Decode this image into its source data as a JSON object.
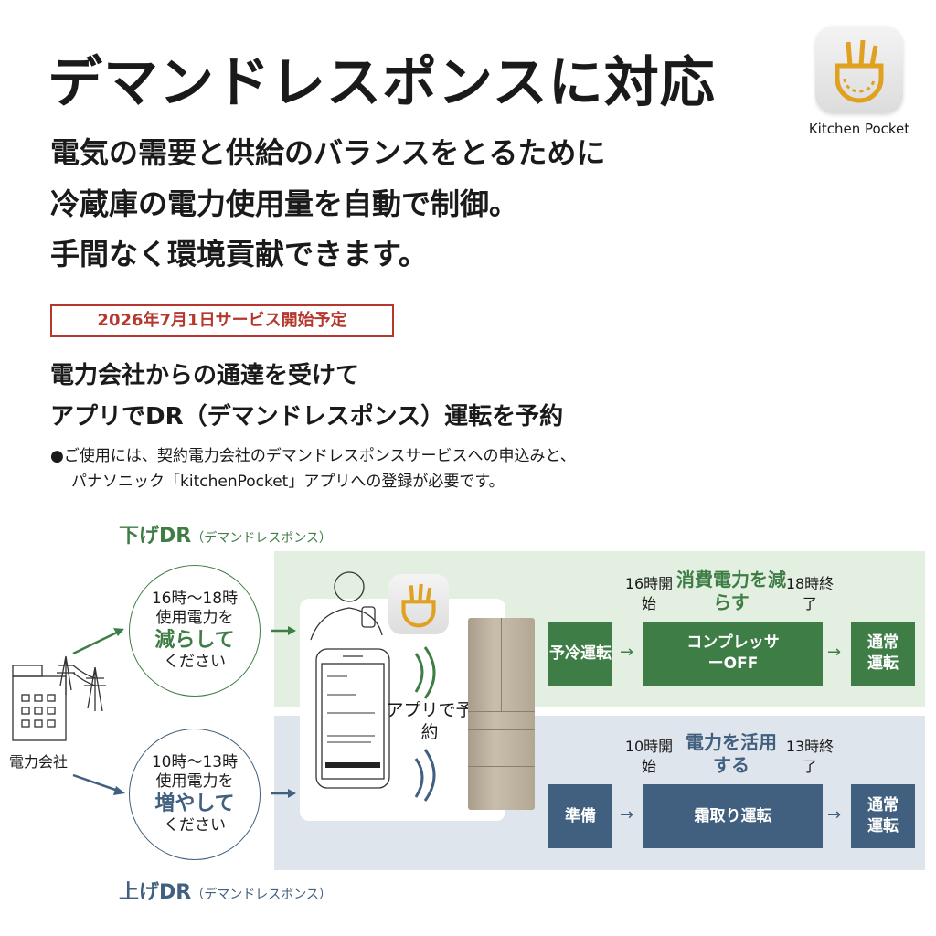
{
  "title": "デマンドレスポンスに対応",
  "subtitle": [
    "電気の需要と供給のバランスをとるために",
    "冷蔵庫の電力使用量を自動で制御。",
    "手間なく環境貢献できます。"
  ],
  "app": {
    "name": "Kitchen Pocket"
  },
  "badge": "2026年7月1日サービス開始予定",
  "heading": [
    "電力会社からの通達を受けて",
    "アプリでDR（デマンドレスポンス）運転を予約"
  ],
  "note": [
    "●ご使用には、契約電力会社のデマンドレスポンスサービスへの申込みと、",
    "パナソニック「kitchenPocket」アプリへの登録が必要です。"
  ],
  "company": "電力会社",
  "app_reserve": "アプリで予約",
  "down_dr": {
    "label": "下げDR",
    "sub": "（デマンドレスポンス）",
    "request": {
      "time": "16時〜18時",
      "line2": "使用電力を",
      "action": "減らして",
      "line4": "ください"
    },
    "start": "16時開始",
    "end": "18時終了",
    "headline": "消費電力を減らす",
    "steps": [
      "予冷運転",
      "コンプレッサーOFF",
      "通常運転"
    ]
  },
  "up_dr": {
    "label": "上げDR",
    "sub": "（デマンドレスポンス）",
    "request": {
      "time": "10時〜13時",
      "line2": "使用電力を",
      "action": "増やして",
      "line4": "ください"
    },
    "start": "10時開始",
    "end": "13時終了",
    "headline": "電力を活用する",
    "steps": [
      "準備",
      "霜取り運転",
      "通常運転"
    ]
  },
  "colors": {
    "green": "#3f7d47",
    "blue": "#415f7e",
    "red": "#b5372e"
  }
}
